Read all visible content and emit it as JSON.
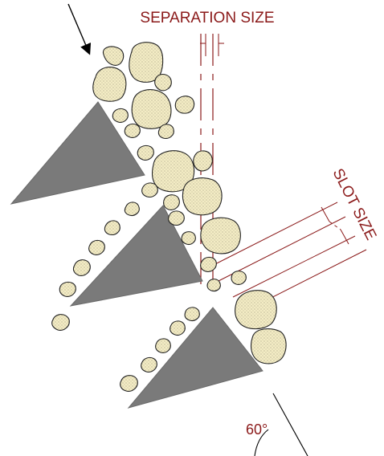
{
  "title": "SEPARATION SIZE",
  "slot_label": "SLOT SIZE",
  "angle_label": "60°",
  "colors": {
    "dimension": "#8b1a1a",
    "bar": "#7a7a7a",
    "stone_fill": "#f3ecc4",
    "stone_outline": "#222222"
  },
  "icons": [
    "flow-arrow-icon"
  ]
}
